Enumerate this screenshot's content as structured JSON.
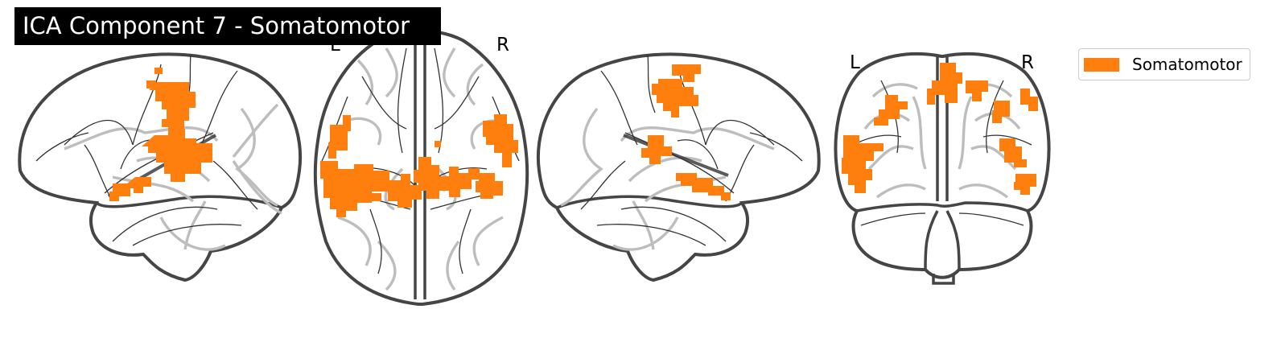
{
  "title": "ICA Component 7 - Somatomotor",
  "views": {
    "axial": {
      "left": "L",
      "right": "R"
    },
    "coronal": {
      "left": "L",
      "right": "R"
    }
  },
  "legend": {
    "label": "Somatomotor",
    "color": "#ff7f0e"
  },
  "colors": {
    "activation": "#ff7f0e",
    "outline": "#454545",
    "gyrus": "#bdbdbd",
    "title_bg": "#000000"
  }
}
